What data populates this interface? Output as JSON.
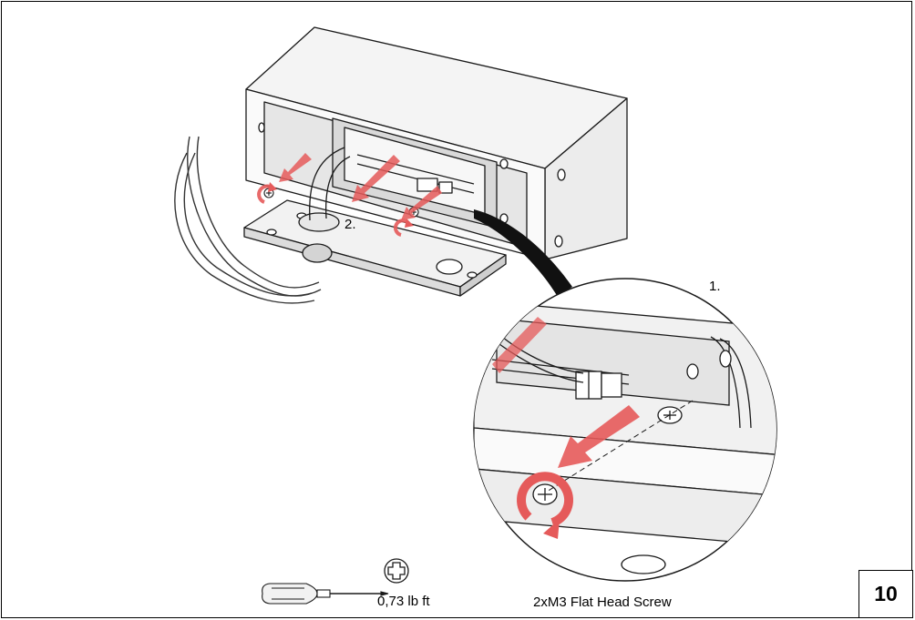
{
  "diagram": {
    "step_1_label": "1.",
    "step_2_label": "2.",
    "torque_value": "0,73 lb ft",
    "screw_spec": "2xM3 Flat Head Screw",
    "page_number": "10",
    "icons": [
      "enclosure-box",
      "mounting-plate",
      "cable",
      "phillips-screw",
      "removal-arrow",
      "rotation-arrow",
      "screwdriver-icon",
      "phillips-drive-icon",
      "magnifier-circle"
    ],
    "colors": {
      "arrow": "#e55a5a",
      "line": "#1a1a1a",
      "box_shade": "#f2f2f2",
      "panel_shade": "#e6e6e6"
    }
  }
}
